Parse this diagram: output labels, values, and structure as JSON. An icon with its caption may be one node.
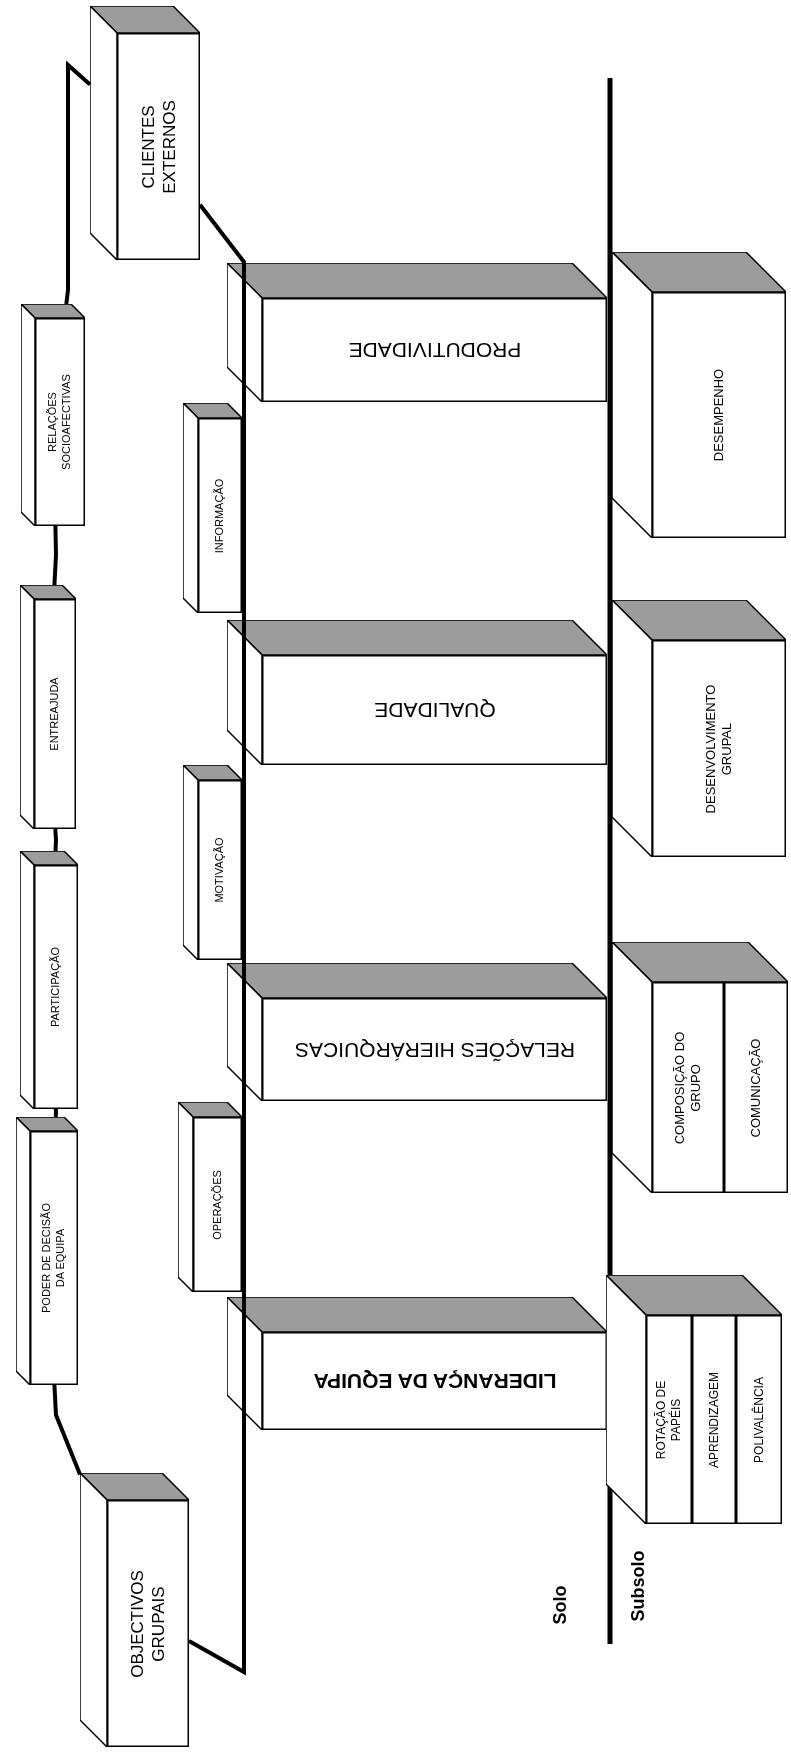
{
  "diagram": {
    "nodes": [
      {
        "text": [
          "OBJECTIVOS GRUPAIS"
        ]
      },
      {
        "text": [
          "PODER DE DECISÃO DA EQUIPA"
        ]
      },
      {
        "text": [
          "PARTICIPAÇÃO"
        ]
      },
      {
        "text": [
          "ENTREAJUDA"
        ]
      },
      {
        "text": [
          "RELAÇÕES SOCIOAFECTIVAS"
        ]
      },
      {
        "text": [
          "CLIENTES EXTERNOS"
        ]
      },
      {
        "text": [
          "LIDERANÇA DA EQUIPA"
        ]
      },
      {
        "text": [
          "RELAÇÕES HIERÁRQUICAS"
        ]
      },
      {
        "text": [
          "QUALIDADE"
        ]
      },
      {
        "text": [
          "PRODUTIVIDADE"
        ]
      },
      {
        "text": [
          "OPERAÇÕES"
        ]
      },
      {
        "text": [
          "MOTIVAÇÃO"
        ]
      },
      {
        "text": [
          "INFORMAÇÃO"
        ]
      },
      {
        "text": [
          "DESEMPENHO"
        ]
      },
      {
        "text": [
          "DESENVOLVIMENTO GRUPAL"
        ]
      },
      {
        "text": [],
        "shape": "box"
      },
      {
        "text": [
          "COMPOSIÇÃO DO GRUPO"
        ],
        "in": 15
      },
      {
        "text": [
          "COMUNICAÇÃO"
        ],
        "in": 15
      },
      {
        "text": [],
        "shape": "box"
      },
      {
        "text": [
          "ROTAÇÃO DE PAPÉIS"
        ],
        "in": 18
      },
      {
        "text": [
          "APRENDIZAGEM"
        ],
        "in": 18
      },
      {
        "text": [
          "POLIVALÊNCIA"
        ],
        "in": 18
      }
    ],
    "edges": [
      {
        "from": 0,
        "to": 1,
        "arrow": "none"
      },
      {
        "from": 1,
        "to": 2,
        "arrow": "none"
      },
      {
        "from": 2,
        "to": 3,
        "arrow": "none"
      },
      {
        "from": 3,
        "to": 4,
        "arrow": "none"
      },
      {
        "from": 4,
        "to": 5,
        "arrow": "none"
      },
      {
        "from": 0,
        "to": 5,
        "arrow": "none"
      }
    ],
    "labels": [
      "Solo",
      "Subsolo"
    ]
  }
}
